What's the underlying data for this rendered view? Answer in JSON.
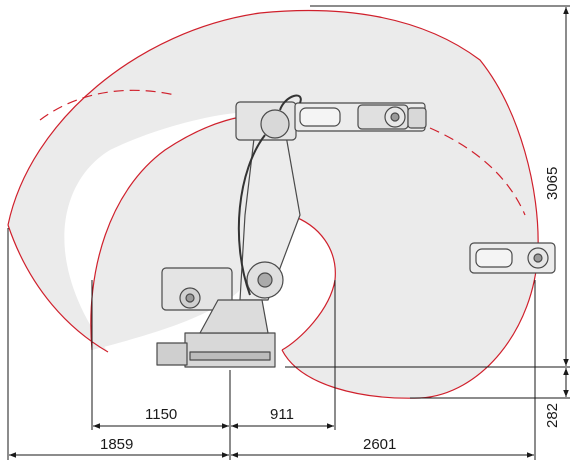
{
  "colors": {
    "envelope_fill": "#ebebeb",
    "envelope_stroke": "#d0202c",
    "dimension_line": "#1a1a1a",
    "robot_body": "#ececec",
    "robot_outline": "#4a4a4a",
    "robot_shadow": "#bcbcbc"
  },
  "icons": [
    "industrial-robot-arm-icon",
    "wrist-flange-icon"
  ],
  "dimensions": {
    "reach_left": "1859",
    "reach_right": "2601",
    "inner_left": "1150",
    "inner_right": "911",
    "height_max": "3065",
    "height_min": "282"
  }
}
